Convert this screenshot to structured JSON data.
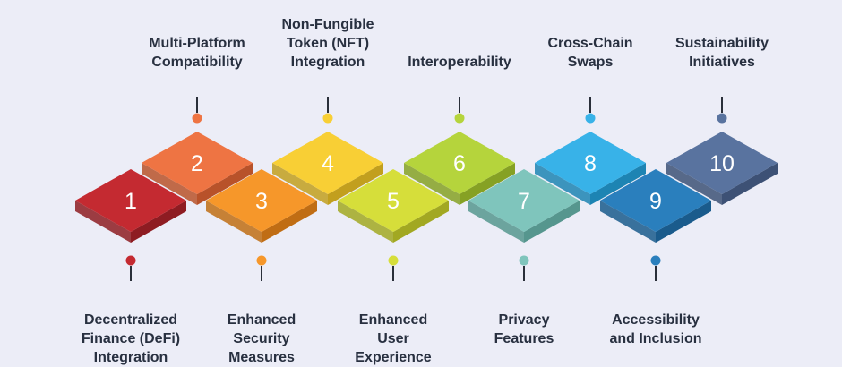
{
  "steps": [
    {
      "number": "1",
      "label": [
        "Decentralized",
        "Finance (DeFi)",
        "Integration"
      ],
      "color": "#c42a31",
      "side": "#8e1c22"
    },
    {
      "number": "2",
      "label": [
        "Multi-Platform",
        "Compatibility"
      ],
      "color": "#ee7443",
      "side": "#b8522a"
    },
    {
      "number": "3",
      "label": [
        "Enhanced",
        "Security",
        "Measures"
      ],
      "color": "#f6972a",
      "side": "#c06d14"
    },
    {
      "number": "4",
      "label": [
        "Non-Fungible",
        "Token (NFT)",
        "Integration"
      ],
      "color": "#f8cf35",
      "side": "#c29f1e"
    },
    {
      "number": "5",
      "label": [
        "Enhanced",
        "User",
        "Experience"
      ],
      "color": "#d6de3a",
      "side": "#a2a822"
    },
    {
      "number": "6",
      "label": [
        "Interoperability"
      ],
      "color": "#b5d43c",
      "side": "#86a124"
    },
    {
      "number": "7",
      "label": [
        "Privacy",
        "Features"
      ],
      "color": "#7fc5bc",
      "side": "#56968e"
    },
    {
      "number": "8",
      "label": [
        "Cross-Chain",
        "Swaps"
      ],
      "color": "#38b2e8",
      "side": "#1d84b3"
    },
    {
      "number": "9",
      "label": [
        "Accessibility",
        "and Inclusion"
      ],
      "color": "#2a7fbd",
      "side": "#1a5b8c"
    },
    {
      "number": "10",
      "label": [
        "Sustainability",
        "Initiatives"
      ],
      "color": "#59739f",
      "side": "#3d5175"
    }
  ]
}
